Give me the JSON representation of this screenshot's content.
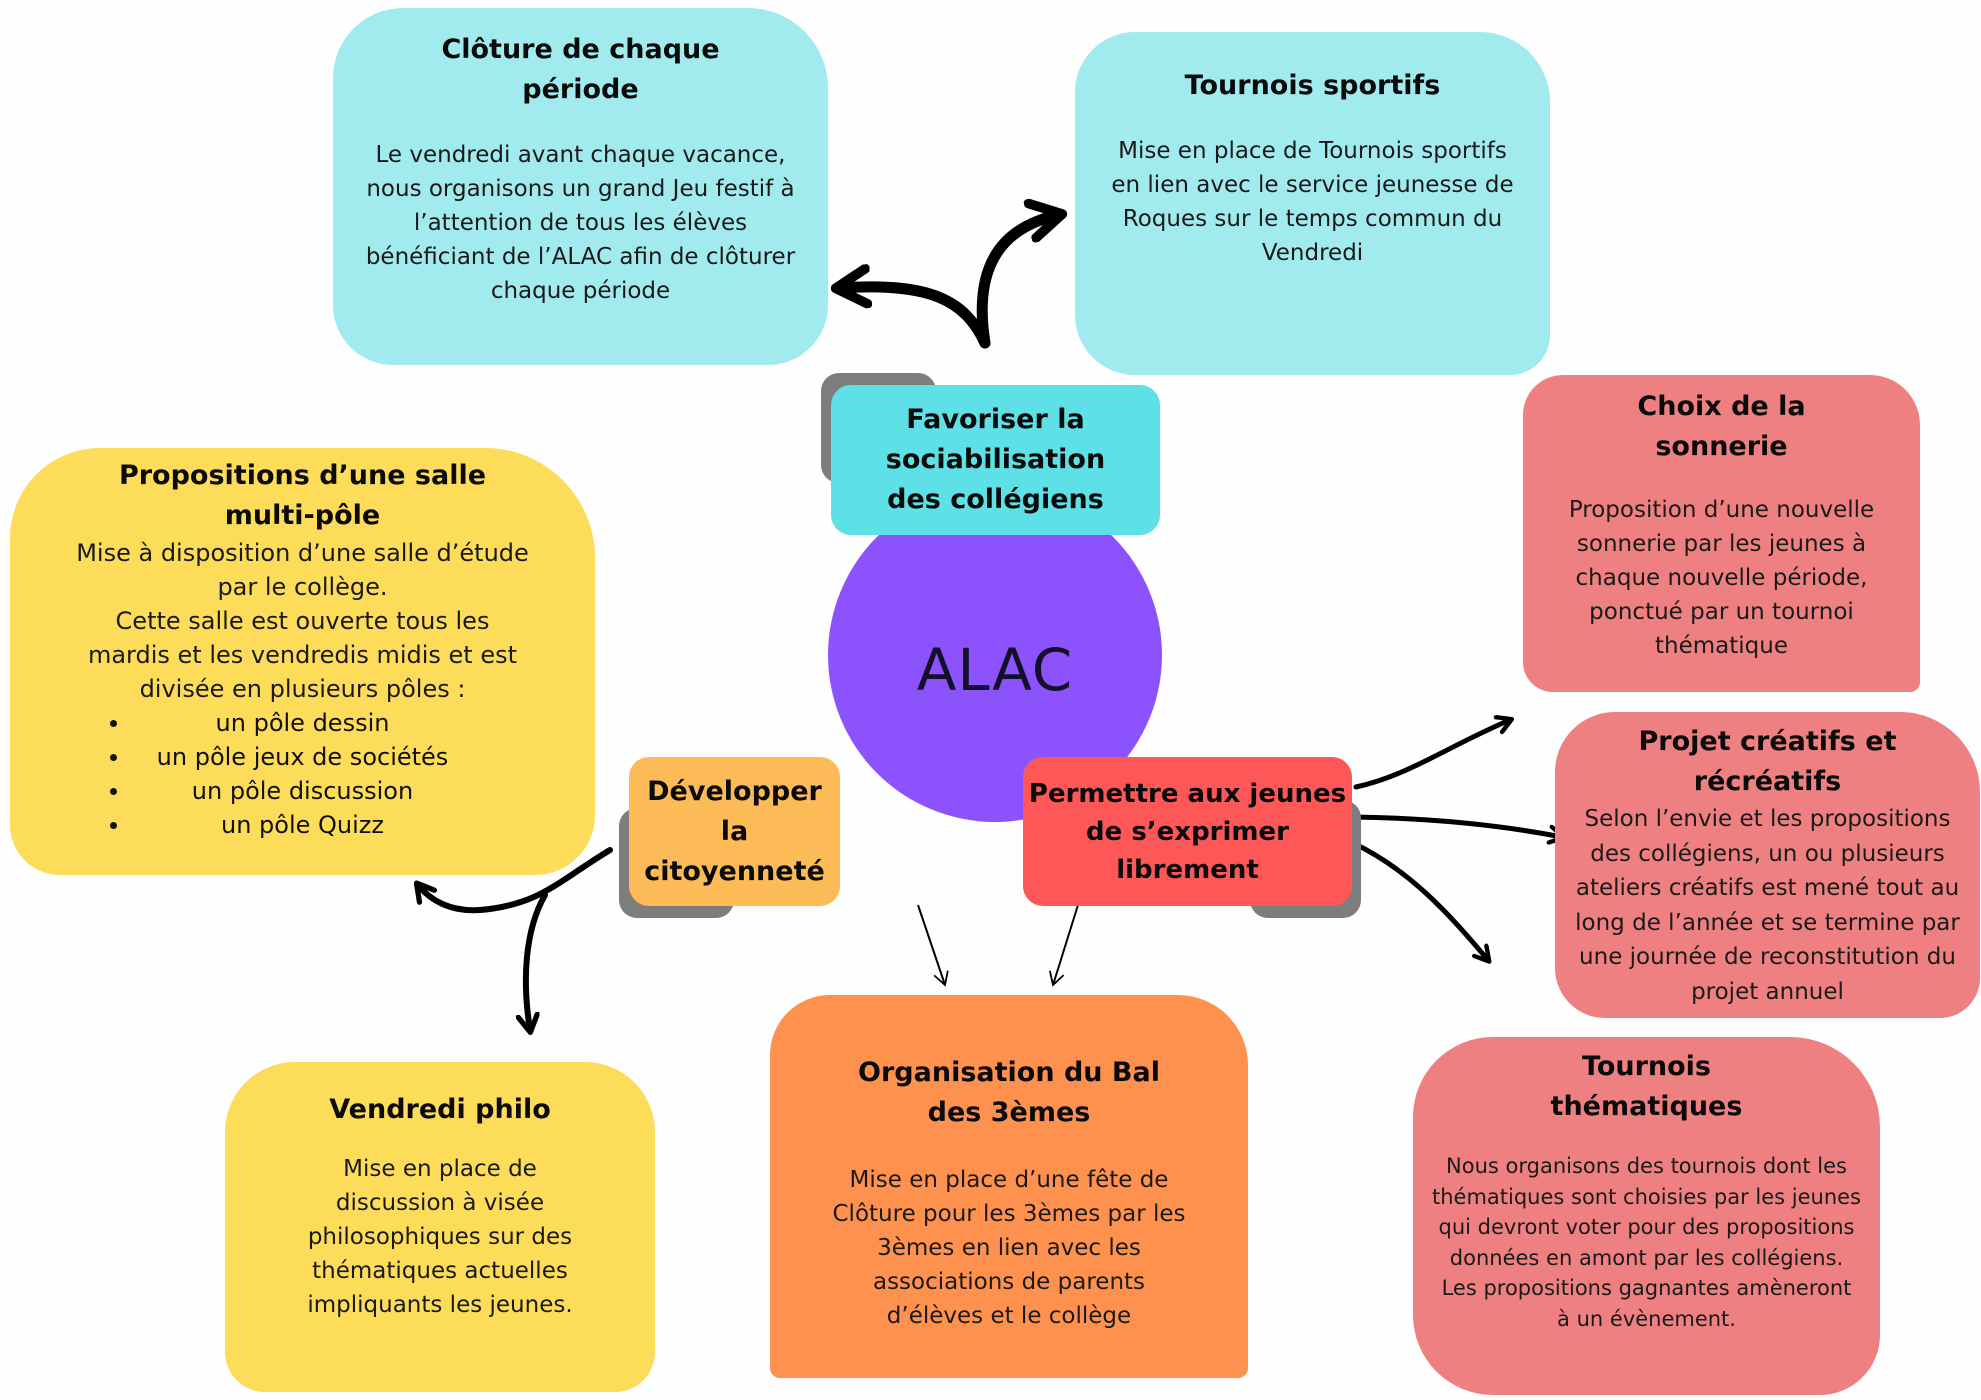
{
  "hub": {
    "label": "ALAC",
    "color": "#8c53fd"
  },
  "branches": {
    "social": {
      "label_lines": [
        "Favoriser la",
        "sociabilisation",
        "des collégiens"
      ],
      "color": "#5de1e6"
    },
    "citoyen": {
      "label_lines": [
        "Développer la",
        "citoyenneté"
      ],
      "color": "#fdbb57"
    },
    "exprimer": {
      "label_lines": [
        "Permettre aux jeunes",
        "de s’exprimer",
        "librement"
      ],
      "color": "#fe5757"
    }
  },
  "cards": {
    "cloture": {
      "branch": "social",
      "title_lines": [
        "Clôture de chaque",
        "période"
      ],
      "body_lines": [
        "Le vendredi avant chaque vacance,",
        "nous organisons un grand Jeu festif à",
        "l’attention de tous les élèves",
        "bénéficiant de l’ALAC afin de clôturer",
        "chaque période"
      ]
    },
    "sportifs": {
      "branch": "social",
      "title_lines": [
        "Tournois sportifs"
      ],
      "body_lines": [
        "Mise en place de Tournois sportifs",
        "en lien avec le service jeunesse de",
        "Roques sur le temps commun du",
        "Vendredi"
      ]
    },
    "salle": {
      "branch": "citoyen",
      "title_lines": [
        "Propositions d’une salle",
        "multi-pôle"
      ],
      "body_lines": [
        "Mise à disposition d’une salle d’étude",
        "par le collège.",
        "Cette salle est ouverte tous les",
        "mardis et les vendredis midis et est",
        "divisée en plusieurs pôles :"
      ],
      "list_items": [
        "un pôle dessin",
        "un pôle jeux de sociétés",
        "un pôle discussion",
        "un pôle Quizz"
      ]
    },
    "philo": {
      "branch": "citoyen",
      "title_lines": [
        "Vendredi philo"
      ],
      "body_lines": [
        "Mise en place de",
        "discussion à visée",
        "philosophiques sur des",
        "thématiques actuelles",
        "impliquants les jeunes."
      ]
    },
    "bal": {
      "branch": "citoyen+exprimer",
      "title_lines": [
        "Organisation du Bal",
        "des 3èmes"
      ],
      "body_lines": [
        "Mise en place d’une fête de",
        "Clôture pour les 3èmes par les",
        "3èmes en lien avec les",
        "associations de parents",
        "d’élèves et le collège"
      ]
    },
    "sonnerie": {
      "branch": "exprimer",
      "title_lines": [
        "Choix de la",
        "sonnerie"
      ],
      "body_lines": [
        "Proposition d’une nouvelle",
        "sonnerie par les jeunes à",
        "chaque nouvelle période,",
        "ponctué par un tournoi",
        "thématique"
      ]
    },
    "projet": {
      "branch": "exprimer",
      "title_lines": [
        "Projet créatifs et",
        "récréatifs"
      ],
      "body_lines": [
        "Selon l’envie et les propositions",
        "des collégiens, un ou plusieurs",
        "ateliers créatifs est mené tout au",
        "long de l’année et se termine par",
        "une journée de reconstitution du",
        "projet annuel"
      ]
    },
    "themes": {
      "branch": "exprimer",
      "title_lines": [
        "Tournois",
        "thématiques"
      ],
      "body_lines": [
        "Nous organisons des tournois dont les",
        "thématiques sont choisies par les jeunes",
        "qui devront voter pour des propositions",
        "données en amont par les collégiens.",
        "Les propositions gagnantes amèneront",
        "à un évènement."
      ]
    }
  },
  "colors": {
    "cyan_card": "#a1ebef",
    "yellow_card": "#fddc5a",
    "orange_card": "#fe914e",
    "salmon_card": "#ee8081",
    "shadow": "#7d7d7d",
    "arrow": "#000000"
  }
}
